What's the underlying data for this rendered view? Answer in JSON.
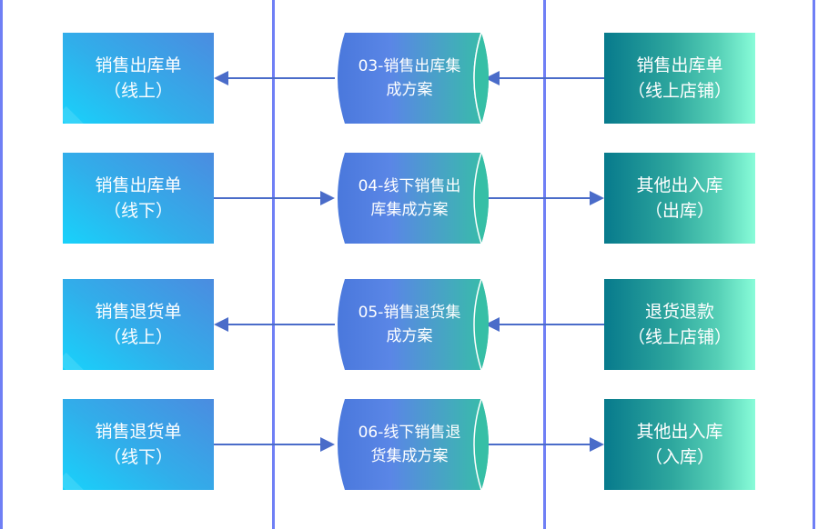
{
  "colors": {
    "lane_line": "#6f7ff5",
    "arrow": "#4a6cc9",
    "left_box_gradient": [
      "#18d2fb",
      "#4b8ce0"
    ],
    "right_box_gradient": [
      "#077a8c",
      "#88fcd8"
    ],
    "process_gradient": [
      "#4a78dc",
      "#36bfa6"
    ]
  },
  "rows": [
    {
      "left": {
        "line1": "销售出库单",
        "line2": "（线上）"
      },
      "process": {
        "line1": "03-销售出库集",
        "line2": "成方案"
      },
      "right": {
        "line1": "销售出库单",
        "line2": "（线上店铺）"
      },
      "direction": "right-to-left"
    },
    {
      "left": {
        "line1": "销售出库单",
        "line2": "（线下）"
      },
      "process": {
        "line1": "04-线下销售出",
        "line2": "库集成方案"
      },
      "right": {
        "line1": "其他出入库",
        "line2": "（出库）"
      },
      "direction": "left-to-right"
    },
    {
      "left": {
        "line1": "销售退货单",
        "line2": "（线上）"
      },
      "process": {
        "line1": "05-销售退货集",
        "line2": "成方案"
      },
      "right": {
        "line1": "退货退款",
        "line2": "（线上店铺）"
      },
      "direction": "right-to-left"
    },
    {
      "left": {
        "line1": "销售退货单",
        "line2": "（线下）"
      },
      "process": {
        "line1": "06-线下销售退",
        "line2": "货集成方案"
      },
      "right": {
        "line1": "其他出入库",
        "line2": "（入库）"
      },
      "direction": "left-to-right"
    }
  ]
}
